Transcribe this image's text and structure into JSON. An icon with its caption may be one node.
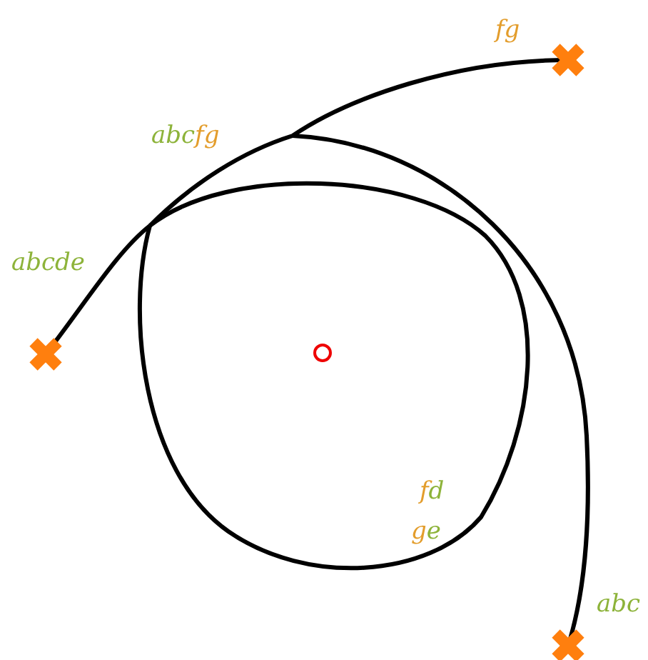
{
  "diagram": {
    "labels": [
      "fg",
      "abcfg",
      "abcde",
      "fd",
      "ge",
      "abc"
    ]
  }
}
